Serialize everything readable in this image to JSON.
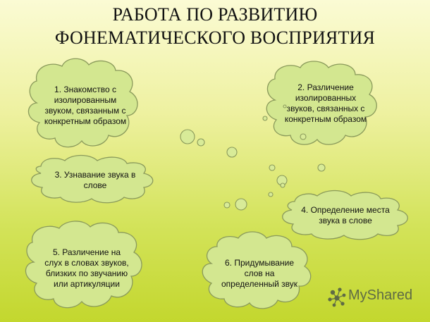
{
  "title": {
    "line1": "РАБОТА ПО РАЗВИТИЮ",
    "line2": "ФОНЕМАТИЧЕСКОГО ВОСПРИЯТИЯ"
  },
  "clouds": [
    "1. Знакомство с изолированным звуком, связанным с конкретным образом",
    "2. Различение изолированных звуков, связанных с конкретным образом",
    "3. Узнавание звука в слове",
    "4. Определение места звука в слове",
    "5. Различение на слух в словах звуков, близких по звучанию или артикуляции",
    "6. Придумывание слов на определенный звук"
  ],
  "logo": {
    "text": "MyShared",
    "icon": "network-icon"
  }
}
